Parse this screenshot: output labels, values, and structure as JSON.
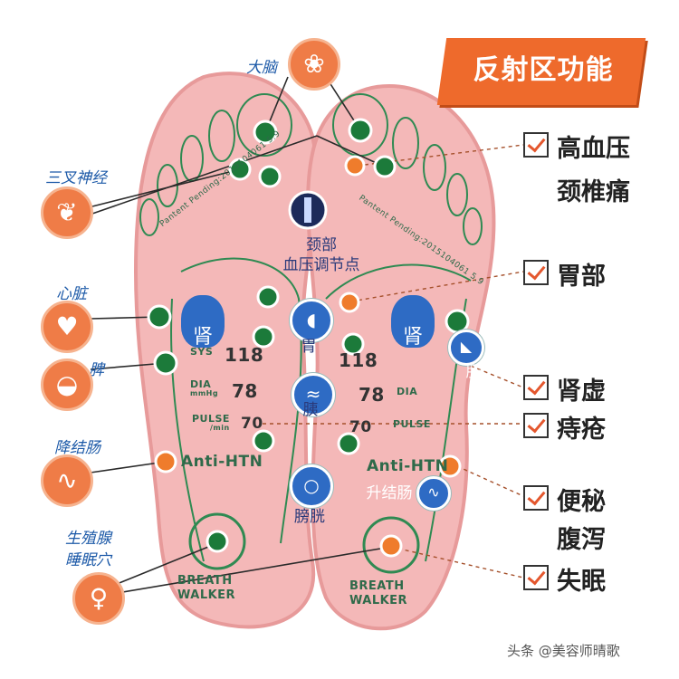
{
  "title": "反射区功能",
  "benefits": [
    "高血压",
    "颈椎痛",
    "胃部",
    "肾虚",
    "痔疮",
    "便秘",
    "腹泻",
    "失眠"
  ],
  "side_labels": {
    "brain": "大脑",
    "trigeminal": "三叉神经",
    "heart": "心脏",
    "spleen": "脾",
    "colon_desc": "降结肠",
    "gonad": "生殖腺",
    "sleep": "睡眠穴"
  },
  "center_labels": {
    "neck_line1": "颈部",
    "neck_line2": "血压调节点",
    "stomach": "胃",
    "pancreas": "胰",
    "bladder": "膀胱",
    "kidney_left": "肾",
    "kidney_right": "肾",
    "liver": "肝",
    "colon_asc": "升结肠"
  },
  "insole": {
    "patent_text": "Pantent Pending:2015104061 5.9",
    "brand_line1": "BREATH",
    "brand_line2": "WALKER",
    "anti_htn": "Anti-HTN",
    "sys": "SYS",
    "dia": "DIA",
    "mmhg": "mmHg",
    "pulse": "PULSE",
    "per_min": "/min",
    "sys_value": "118",
    "dia_value": "78",
    "pulse_value": "70"
  },
  "watermark": "头条 @美容师晴歌",
  "colors": {
    "insole": "#f4b8b8",
    "insole_edge": "#e79a9a",
    "point_green": "#1c7a3a",
    "point_orange": "#ef7c2c",
    "accent": "#ee6a2c",
    "line": "#2a2a2a"
  }
}
